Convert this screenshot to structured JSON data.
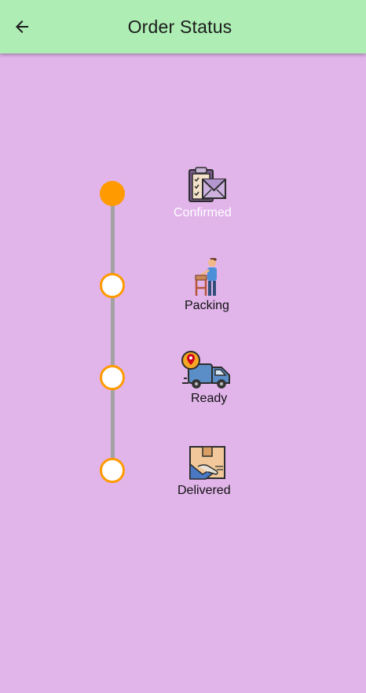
{
  "header": {
    "title": "Order Status",
    "back_icon": "arrow-left-icon"
  },
  "colors": {
    "background": "#e1b4ea",
    "appbar": "#aeeeb4",
    "accent": "#ff9a00",
    "line": "#a3a3a3"
  },
  "steps": [
    {
      "label": "Confirmed",
      "icon": "clipboard-mail-icon",
      "status": "done"
    },
    {
      "label": "Packing",
      "icon": "packing-worker-icon",
      "status": "pending"
    },
    {
      "label": "Ready",
      "icon": "delivery-truck-icon",
      "status": "pending"
    },
    {
      "label": "Delivered",
      "icon": "package-handover-icon",
      "status": "pending"
    }
  ]
}
